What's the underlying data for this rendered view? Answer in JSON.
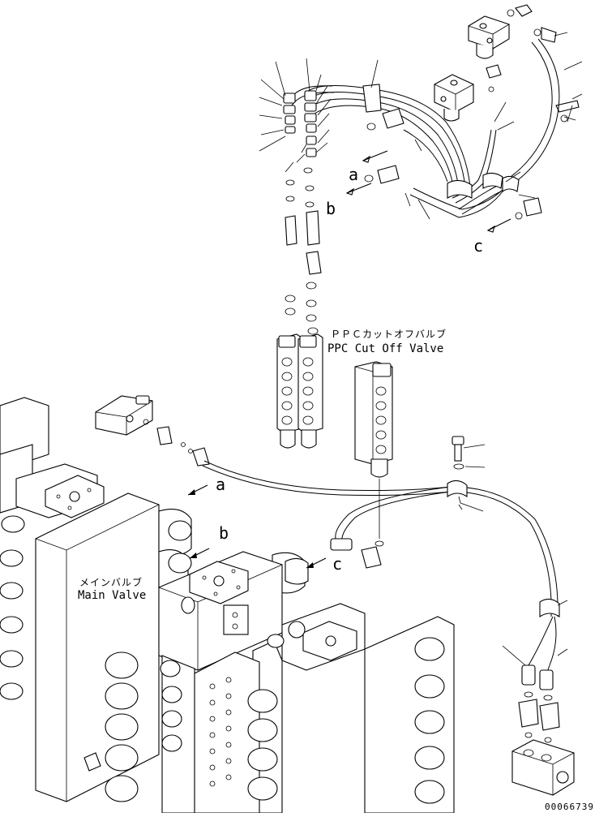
{
  "labels": {
    "ppc_jp": "ＰＰＣカットオフバルブ",
    "ppc_en": "PPC Cut Off Valve",
    "main_jp": "メインバルブ",
    "main_en": "Main Valve",
    "ref_a_top": "a",
    "ref_b_top": "b",
    "ref_c_top": "c",
    "ref_a_bottom": "a",
    "ref_b_bottom": "b",
    "ref_c_bottom": "c",
    "drawing_no": "00066739"
  }
}
